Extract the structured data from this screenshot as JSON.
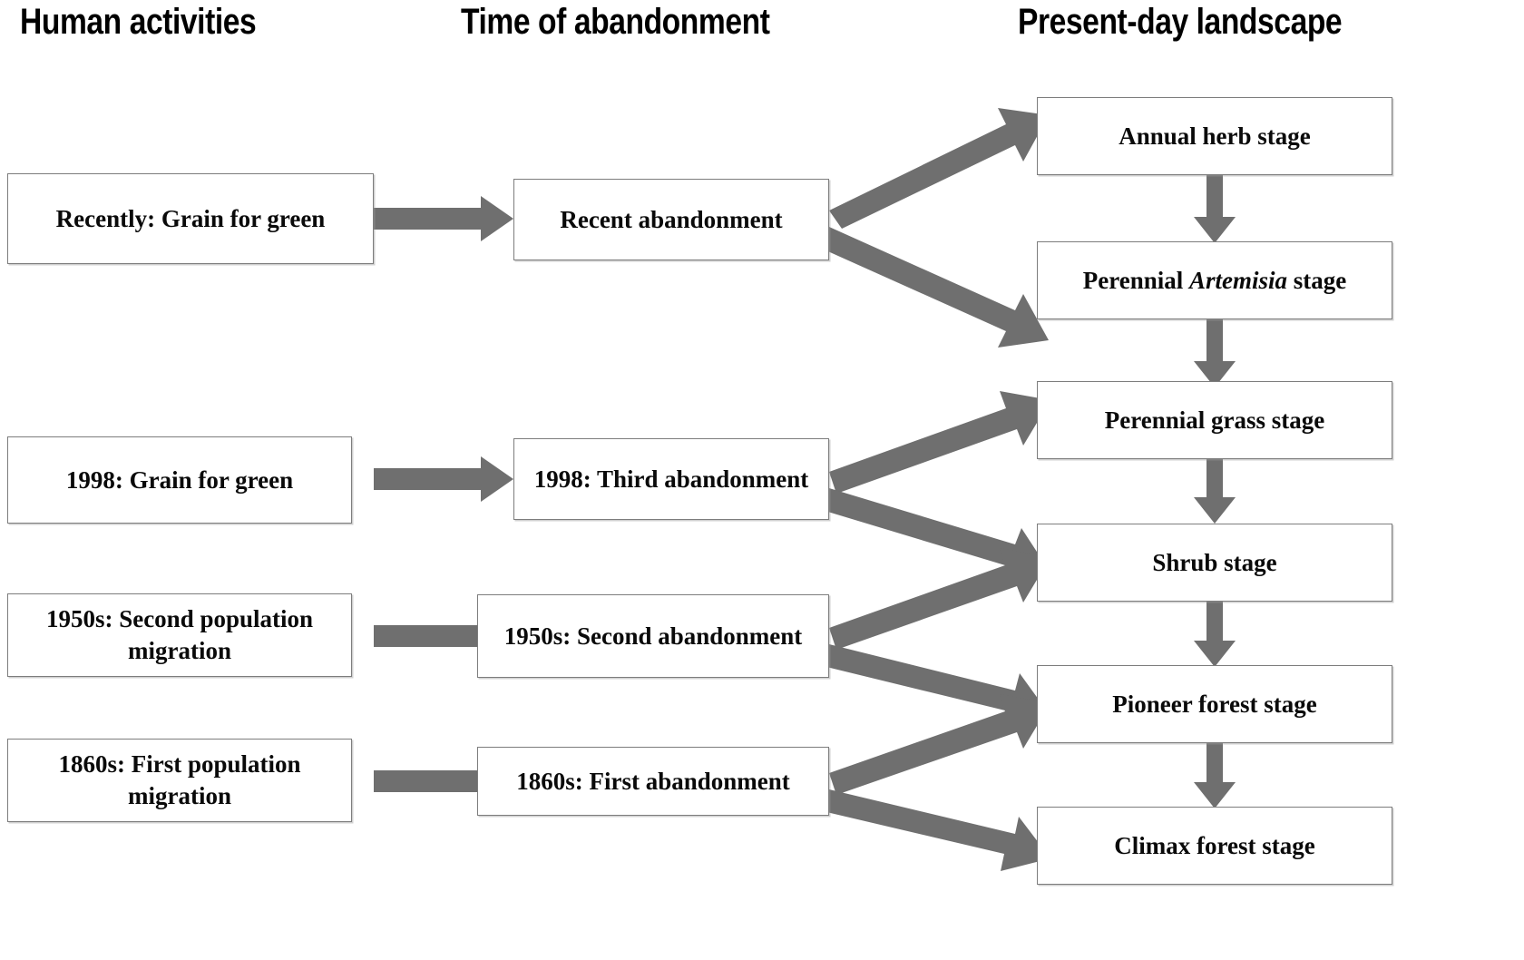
{
  "headings": [
    {
      "id": "human",
      "label": "Human activities"
    },
    {
      "id": "time",
      "label": "Time of abandonment"
    },
    {
      "id": "landscape",
      "label": "Present-day landscape"
    }
  ],
  "columns": {
    "human_activities": [
      {
        "id": "recently-grain",
        "label": "Recently: Grain for green"
      },
      {
        "id": "1998-grain",
        "label": "1998: Grain for green"
      },
      {
        "id": "1950s-migration",
        "label": "1950s: Second population migration"
      },
      {
        "id": "1860s-migration",
        "label": "1860s: First population migration"
      }
    ],
    "time_of_abandonment": [
      {
        "id": "recent-abandonment",
        "label": "Recent abandonment"
      },
      {
        "id": "1998-abandonment",
        "label": "1998: Third abandonment"
      },
      {
        "id": "1950s-abandonment",
        "label": "1950s: Second abandonment"
      },
      {
        "id": "1860s-abandonment",
        "label": "1860s: First abandonment"
      }
    ],
    "present_day_landscape": [
      {
        "id": "annual-herb",
        "label": "Annual herb stage",
        "italic_word": ""
      },
      {
        "id": "perennial-artemisia",
        "label": "Perennial Artemisia stage",
        "italic_word": "Artemisia"
      },
      {
        "id": "perennial-grass",
        "label": "Perennial grass stage",
        "italic_word": ""
      },
      {
        "id": "shrub",
        "label": "Shrub stage",
        "italic_word": ""
      },
      {
        "id": "pioneer-forest",
        "label": "Pioneer forest stage",
        "italic_word": ""
      },
      {
        "id": "climax-forest",
        "label": "Climax forest stage",
        "italic_word": ""
      }
    ]
  },
  "colors": {
    "arrow": "#6f6f6f",
    "box_border": "#7d7d7d",
    "box_fill": "#ffffff",
    "text": "#0a0a0a",
    "background": "#ffffff"
  },
  "flow": {
    "horizontal_links": [
      {
        "from": "recently-grain",
        "to": "recent-abandonment"
      },
      {
        "from": "1998-grain",
        "to": "1998-abandonment"
      },
      {
        "from": "1950s-migration",
        "to": "1950s-abandonment"
      },
      {
        "from": "1860s-migration",
        "to": "1860s-abandonment"
      }
    ],
    "branch_links": [
      {
        "from": "recent-abandonment",
        "to": "annual-herb"
      },
      {
        "from": "recent-abandonment",
        "to": "perennial-artemisia"
      },
      {
        "from": "1998-abandonment",
        "to": "perennial-grass"
      },
      {
        "from": "1998-abandonment",
        "to": "shrub"
      },
      {
        "from": "1950s-abandonment",
        "to": "shrub"
      },
      {
        "from": "1950s-abandonment",
        "to": "pioneer-forest"
      },
      {
        "from": "1860s-abandonment",
        "to": "pioneer-forest"
      },
      {
        "from": "1860s-abandonment",
        "to": "climax-forest"
      }
    ],
    "succession_links": [
      {
        "from": "annual-herb",
        "to": "perennial-artemisia"
      },
      {
        "from": "perennial-artemisia",
        "to": "perennial-grass"
      },
      {
        "from": "perennial-grass",
        "to": "shrub"
      },
      {
        "from": "shrub",
        "to": "pioneer-forest"
      },
      {
        "from": "pioneer-forest",
        "to": "climax-forest"
      }
    ]
  }
}
